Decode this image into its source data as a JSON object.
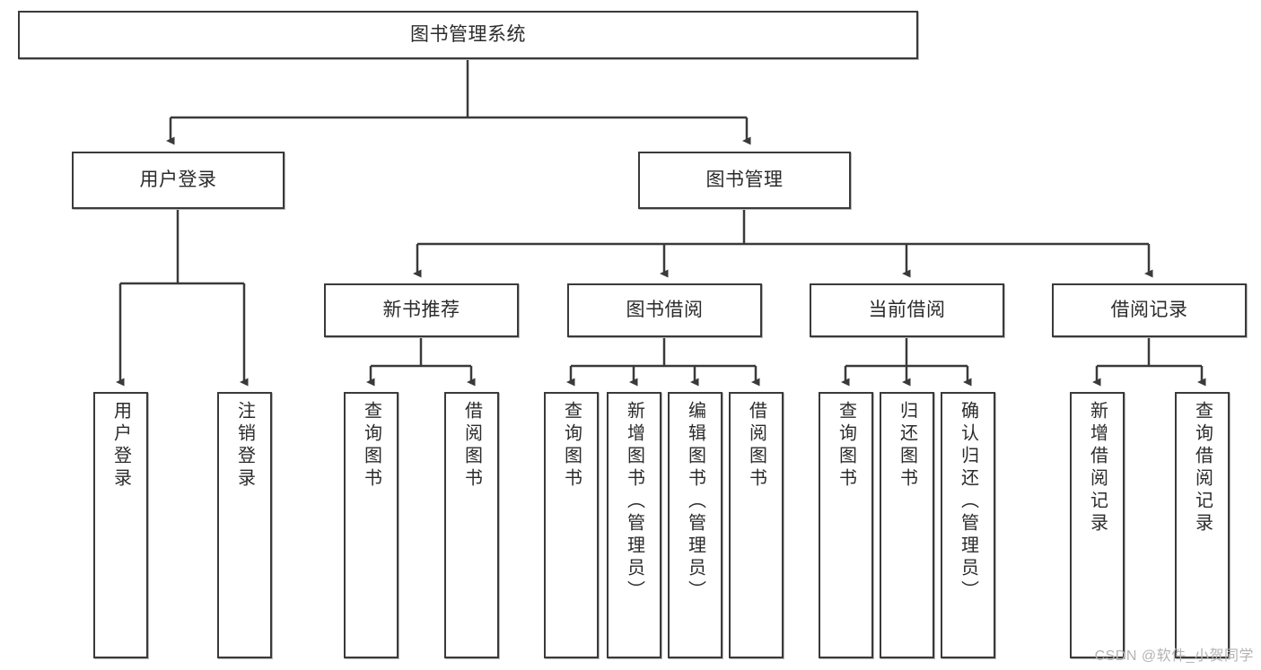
{
  "diagram": {
    "title": "图书管理系统",
    "watermark": "CSDN @软件_小贺同学",
    "colors": {
      "box_border": "#3a3a3a",
      "box_fill": "#ffffff",
      "connector": "#3a3a3a",
      "text": "#2b2b2b",
      "watermark": "#b3b3b3"
    },
    "nodes": {
      "root": {
        "label": "图书管理系统"
      },
      "level2": [
        {
          "label": "用户登录"
        },
        {
          "label": "图书管理"
        }
      ],
      "level3": [
        {
          "label": "新书推荐"
        },
        {
          "label": "图书借阅"
        },
        {
          "label": "当前借阅"
        },
        {
          "label": "借阅记录"
        }
      ],
      "leaves": {
        "user_login": [
          {
            "label": "用户登录"
          },
          {
            "label": "注销登录"
          }
        ],
        "new_book": [
          {
            "label": "查询图书"
          },
          {
            "label": "借阅图书"
          }
        ],
        "book_borrow": [
          {
            "label": "查询图书"
          },
          {
            "label": "新增图书（管理员）"
          },
          {
            "label": "编辑图书（管理员）"
          },
          {
            "label": "借阅图书"
          }
        ],
        "current_borrow": [
          {
            "label": "查询图书"
          },
          {
            "label": "归还图书"
          },
          {
            "label": "确认归还（管理员）"
          }
        ],
        "borrow_record": [
          {
            "label": "新增借阅记录"
          },
          {
            "label": "查询借阅记录"
          }
        ]
      }
    }
  }
}
